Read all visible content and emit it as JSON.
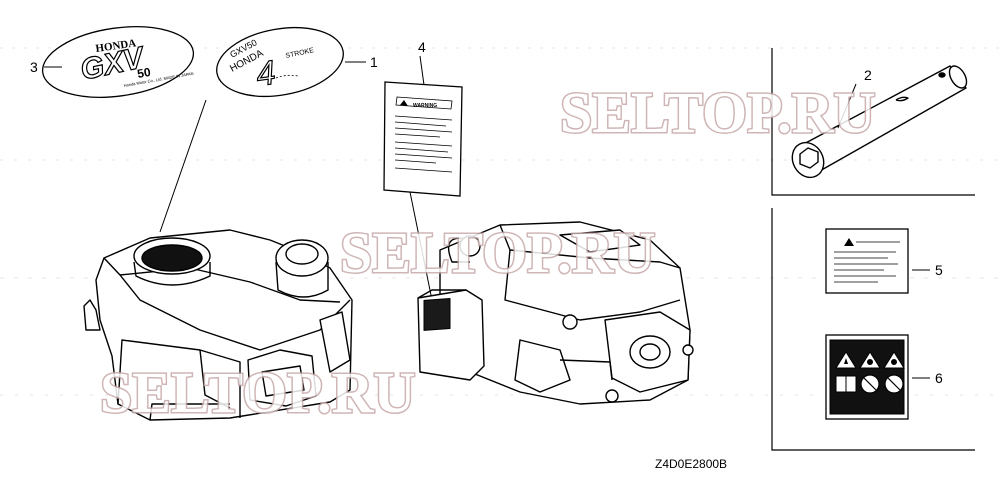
{
  "callouts": {
    "p1": "1",
    "p2": "2",
    "p3": "3",
    "p4": "4",
    "p5": "5",
    "p6": "6"
  },
  "emblem_gxv": {
    "brand": "HONDA",
    "model": "GXV",
    "size": "50",
    "small_text": "Honda Motor Co., Ltd. MADE IN JAPAN"
  },
  "emblem_4stroke": {
    "model": "GXV50",
    "brand": "HONDA",
    "stroke_number": "4",
    "stroke_word": "STROKE"
  },
  "warning_label": {
    "heading": "WARNING"
  },
  "watermarks": [
    "SELTOP.RU",
    "SELTOP.RU",
    "SELTOP.RU"
  ],
  "catalog_code": "Z4D0E2800B",
  "colors": {
    "line": "#000000",
    "watermark_outline": "#c7a9a9",
    "dark_fill": "#1a1a1a"
  }
}
